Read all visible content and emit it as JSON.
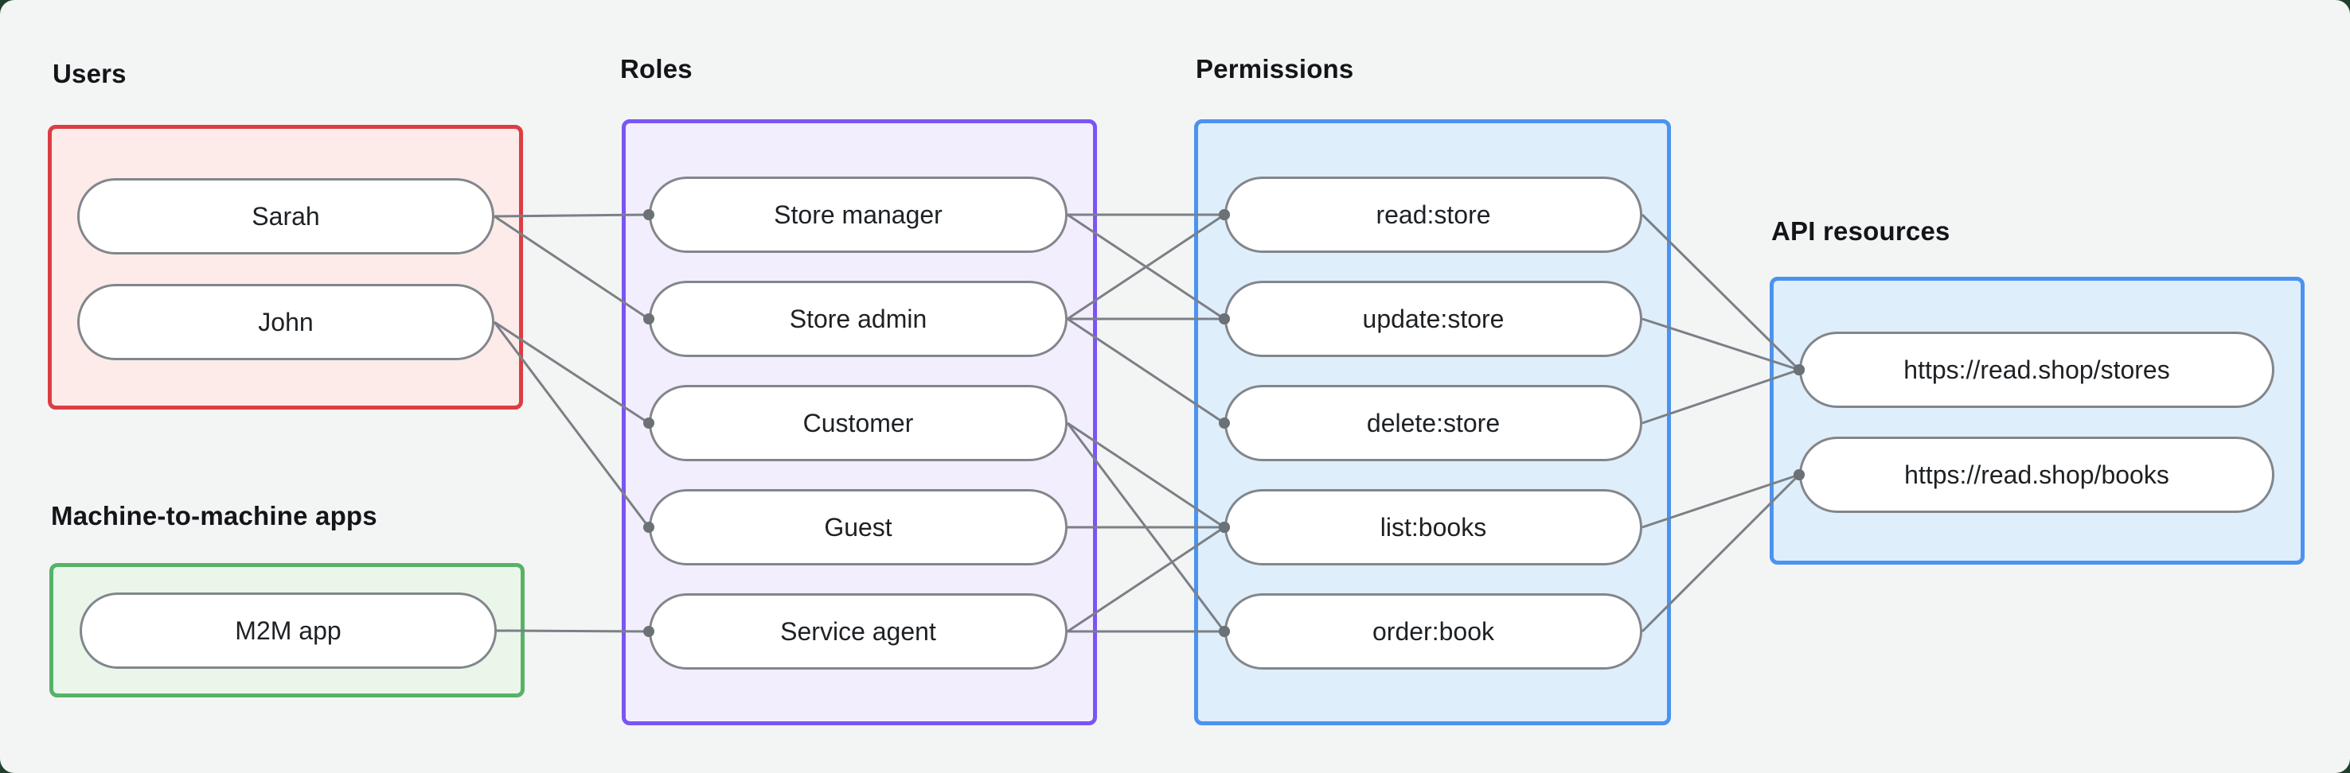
{
  "canvas": {
    "background": "#f3f5f4",
    "outside_background": "#20402f"
  },
  "edge_style": {
    "line_color": "#7b8086",
    "dot_color": "#6c7176",
    "pill_border_color": "#82868b"
  },
  "groups": [
    {
      "id": "users",
      "label": "Users",
      "border_color": "#dc3d43",
      "fill_color": "#fcebe9",
      "nodes": [
        {
          "id": "sarah",
          "label": "Sarah"
        },
        {
          "id": "john",
          "label": "John"
        }
      ]
    },
    {
      "id": "m2m",
      "label": "Machine-to-machine apps",
      "border_color": "#57b267",
      "fill_color": "#eaf6ea",
      "nodes": [
        {
          "id": "m2m-app",
          "label": "M2M app"
        }
      ]
    },
    {
      "id": "roles",
      "label": "Roles",
      "border_color": "#7a55f5",
      "fill_color": "#f3eefd",
      "nodes": [
        {
          "id": "store-manager",
          "label": "Store manager"
        },
        {
          "id": "store-admin",
          "label": "Store admin"
        },
        {
          "id": "customer",
          "label": "Customer"
        },
        {
          "id": "guest",
          "label": "Guest"
        },
        {
          "id": "service-agent",
          "label": "Service agent"
        }
      ]
    },
    {
      "id": "permissions",
      "label": "Permissions",
      "border_color": "#4b93f0",
      "fill_color": "#dfeefb",
      "nodes": [
        {
          "id": "read-store",
          "label": "read:store"
        },
        {
          "id": "update-store",
          "label": "update:store"
        },
        {
          "id": "delete-store",
          "label": "delete:store"
        },
        {
          "id": "list-books",
          "label": "list:books"
        },
        {
          "id": "order-book",
          "label": "order:book"
        }
      ]
    },
    {
      "id": "api",
      "label": "API resources",
      "border_color": "#4b93f0",
      "fill_color": "#dfeefb",
      "nodes": [
        {
          "id": "stores",
          "label": "https://read.shop/stores"
        },
        {
          "id": "books",
          "label": "https://read.shop/books"
        }
      ]
    }
  ],
  "edges": [
    {
      "from": "sarah",
      "to": "store-manager"
    },
    {
      "from": "sarah",
      "to": "store-admin"
    },
    {
      "from": "john",
      "to": "customer"
    },
    {
      "from": "john",
      "to": "guest"
    },
    {
      "from": "m2m-app",
      "to": "service-agent"
    },
    {
      "from": "store-manager",
      "to": "read-store"
    },
    {
      "from": "store-manager",
      "to": "update-store"
    },
    {
      "from": "store-admin",
      "to": "read-store"
    },
    {
      "from": "store-admin",
      "to": "update-store"
    },
    {
      "from": "store-admin",
      "to": "delete-store"
    },
    {
      "from": "customer",
      "to": "list-books"
    },
    {
      "from": "customer",
      "to": "order-book"
    },
    {
      "from": "guest",
      "to": "list-books"
    },
    {
      "from": "service-agent",
      "to": "list-books"
    },
    {
      "from": "service-agent",
      "to": "order-book"
    },
    {
      "from": "read-store",
      "to": "stores"
    },
    {
      "from": "update-store",
      "to": "stores"
    },
    {
      "from": "delete-store",
      "to": "stores"
    },
    {
      "from": "list-books",
      "to": "books"
    },
    {
      "from": "order-book",
      "to": "books"
    }
  ]
}
